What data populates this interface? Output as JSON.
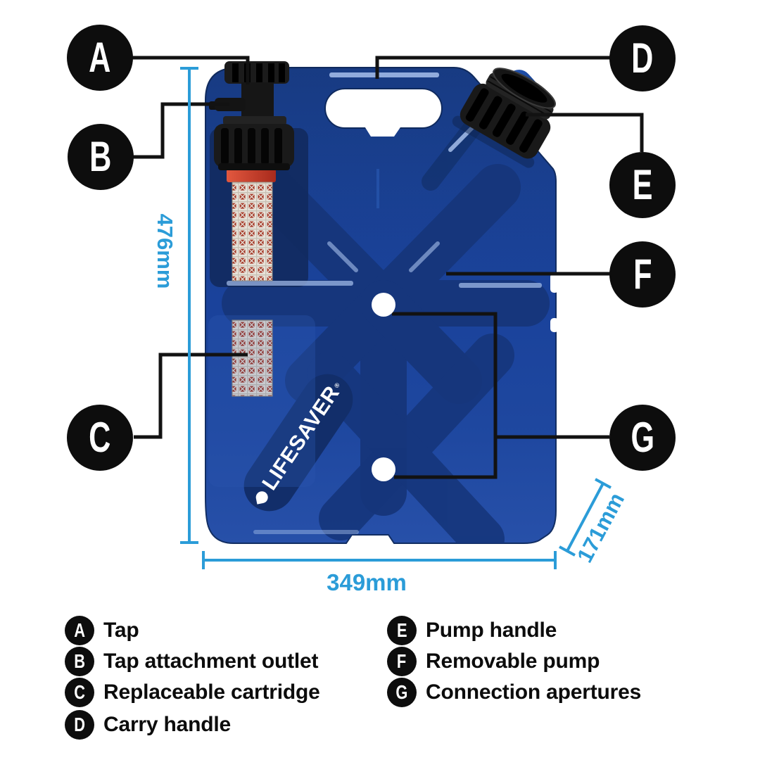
{
  "product": {
    "logo": "LIFESAVER",
    "registered_mark": "®"
  },
  "dimensions": {
    "height": "476mm",
    "width": "349mm",
    "depth": "171mm"
  },
  "callouts": [
    {
      "letter": "A",
      "label": "Tap"
    },
    {
      "letter": "B",
      "label": "Tap attachment outlet"
    },
    {
      "letter": "C",
      "label": "Replaceable cartridge"
    },
    {
      "letter": "D",
      "label": "Carry handle"
    },
    {
      "letter": "E",
      "label": "Pump handle"
    },
    {
      "letter": "F",
      "label": "Removable pump"
    },
    {
      "letter": "G",
      "label": "Connection apertures"
    }
  ],
  "colors": {
    "accent": "#2b9cd8",
    "body_blue": "#1b429a",
    "badge_black": "#0d0d0d",
    "cartridge_red": "#b02c1d"
  }
}
